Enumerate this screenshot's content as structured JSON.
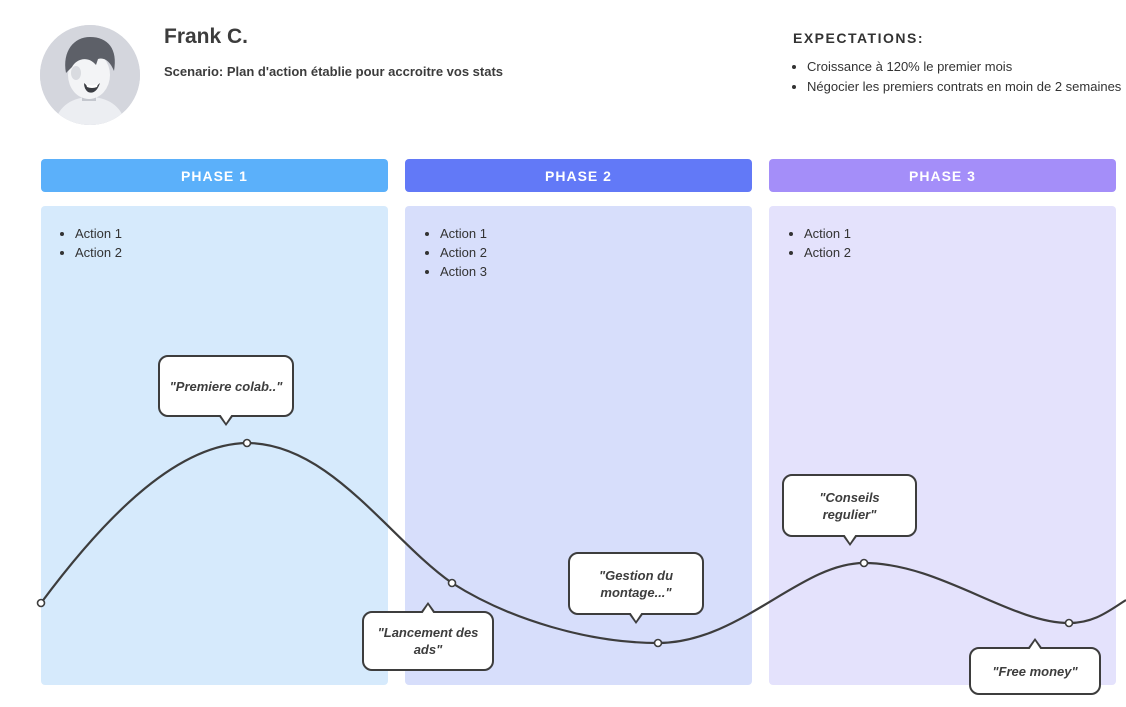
{
  "persona": {
    "name": "Frank C.",
    "scenario": "Scenario: Plan d'action établie pour accroitre vos stats"
  },
  "expectations": {
    "title": "EXPECTATIONS:",
    "items": [
      "Croissance à 120% le premier mois",
      "Négocier les premiers contrats en moin de 2 semaines"
    ]
  },
  "phases": [
    {
      "label": "PHASE 1",
      "header_color": "#5bb0fa",
      "body_color": "#d6eafc",
      "actions": [
        "Action 1",
        "Action 2"
      ]
    },
    {
      "label": "PHASE 2",
      "header_color": "#6279f7",
      "body_color": "#d7defb",
      "actions": [
        "Action 1",
        "Action 2",
        "Action 3"
      ]
    },
    {
      "label": "PHASE 3",
      "header_color": "#a48ef9",
      "body_color": "#e4e2fc",
      "actions": [
        "Action 1",
        "Action 2"
      ]
    }
  ],
  "journey": {
    "line_color": "#3d3d3d",
    "quotes": [
      "\"Premiere colab..\"",
      "\"Lancement des ads\"",
      "\"Gestion du montage...\"",
      "\"Conseils regulier\"",
      "\"Free money\""
    ]
  }
}
